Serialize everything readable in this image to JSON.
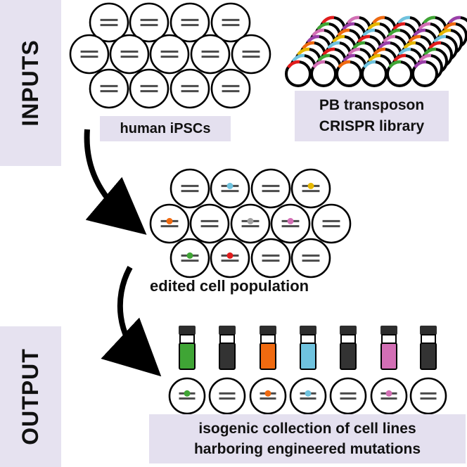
{
  "sections": {
    "inputs_label": "INPUTS",
    "output_label": "OUTPUT"
  },
  "labels": {
    "human_ipscs": "human iPSCs",
    "library_line1": "PB transposon",
    "library_line2": "CRISPR library",
    "edited_population": "edited cell population",
    "collection_line1": "isogenic collection of cell lines",
    "collection_line2": "harboring engineered mutations"
  },
  "colors": {
    "panel": "#e4e0ef",
    "ink": "#111111",
    "chromosome": "#4a4a4a",
    "arrow": "#000000",
    "blue": "#6fc3df",
    "yellow": "#e6b800",
    "orange": "#f06a10",
    "gray": "#a0a0a0",
    "pink": "#d36fb5",
    "green": "#3fa535",
    "red": "#e21c1c",
    "purple": "#9b3fa9",
    "dark": "#333333"
  },
  "edited_cells": [
    "none",
    "blue",
    "none",
    "yellow",
    "orange",
    "none",
    "gray",
    "pink",
    "none",
    "green",
    "red",
    "none",
    "none"
  ],
  "tubes": [
    "green",
    "dark",
    "orange",
    "blue",
    "dark",
    "pink",
    "dark"
  ],
  "clone_marks": [
    "green",
    "none",
    "orange",
    "blue",
    "none",
    "pink",
    "none"
  ]
}
